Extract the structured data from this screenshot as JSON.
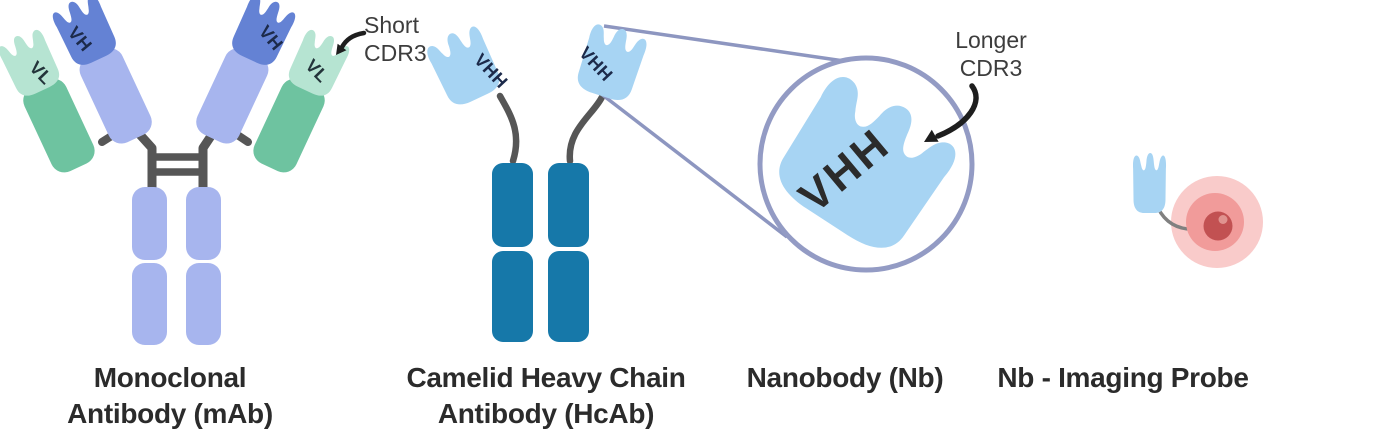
{
  "figure_type": "antibody-formats-diagram",
  "panel_labels": {
    "mab": "Monoclonal\nAntibody (mAb)",
    "hcab": "Camelid Heavy Chain\nAntibody (HcAb)",
    "nanobody": "Nanobody (Nb)",
    "probe": "Nb - Imaging Probe"
  },
  "domain_labels": {
    "vh": "VH",
    "vl": "VL",
    "vhh": "VHH"
  },
  "annotations": {
    "short_cdr3": "Short\nCDR3",
    "longer_cdr3": "Longer\nCDR3"
  },
  "colors": {
    "periwinkle": "#a7b5ee",
    "vh_blue": "#6482d4",
    "light_chain_green": "#6ec3a0",
    "vl_mint": "#b6e4d2",
    "vhh_light_blue": "#a7d4f3",
    "hcab_teal": "#1678a9",
    "hinge_gray": "#565656",
    "magnifier_circle": "#939bc4",
    "magnifier_line": "#8d96c0",
    "arrow_black": "#1e1e1e",
    "probe_linker": "#808080",
    "probe_glow_outer": "#f9cbca",
    "probe_glow_mid": "#f19b9a",
    "probe_core": "#c25152",
    "probe_core_highlight": "#e0938f",
    "label_text": "#2b2b2b",
    "annotation_text": "#3d3d3d"
  }
}
